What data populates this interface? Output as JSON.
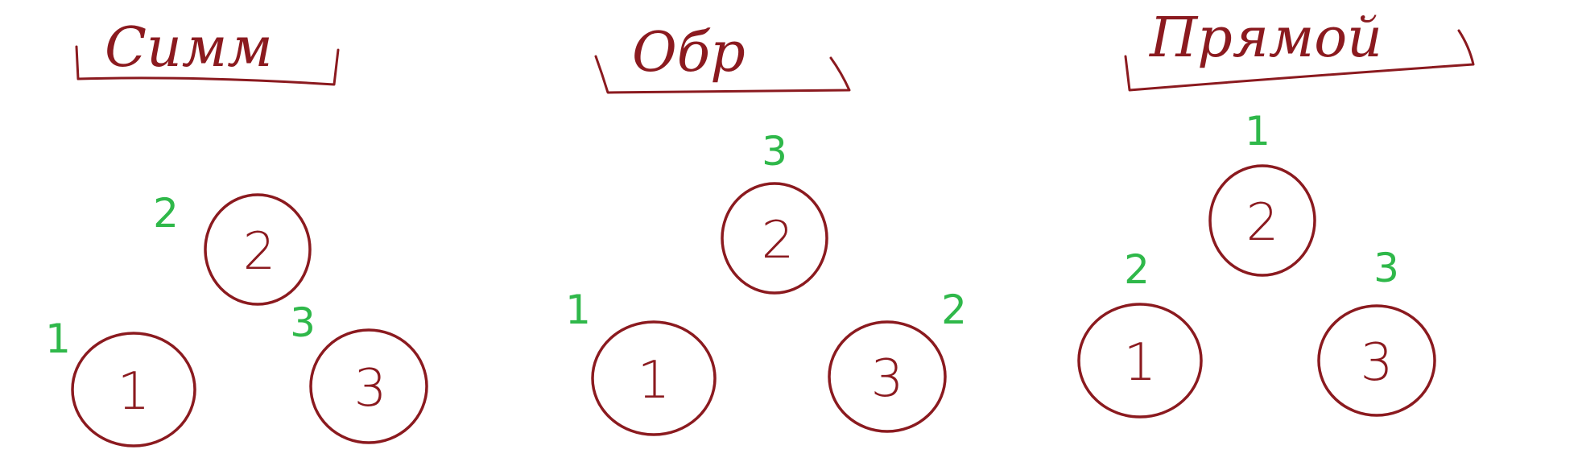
{
  "colors": {
    "ink": "#8b1a1f",
    "order_ink": "#2fb84a",
    "background": "#ffffff"
  },
  "panels": [
    {
      "title": "Симм",
      "nodes": [
        {
          "label": "2",
          "order": "2"
        },
        {
          "label": "1",
          "order": "1"
        },
        {
          "label": "3",
          "order": "3"
        }
      ]
    },
    {
      "title": "Обр",
      "nodes": [
        {
          "label": "2",
          "order": "3"
        },
        {
          "label": "1",
          "order": "1"
        },
        {
          "label": "3",
          "order": "2"
        }
      ]
    },
    {
      "title": "Прямой",
      "nodes": [
        {
          "label": "2",
          "order": "1"
        },
        {
          "label": "1",
          "order": "2"
        },
        {
          "label": "3",
          "order": "3"
        }
      ]
    }
  ]
}
